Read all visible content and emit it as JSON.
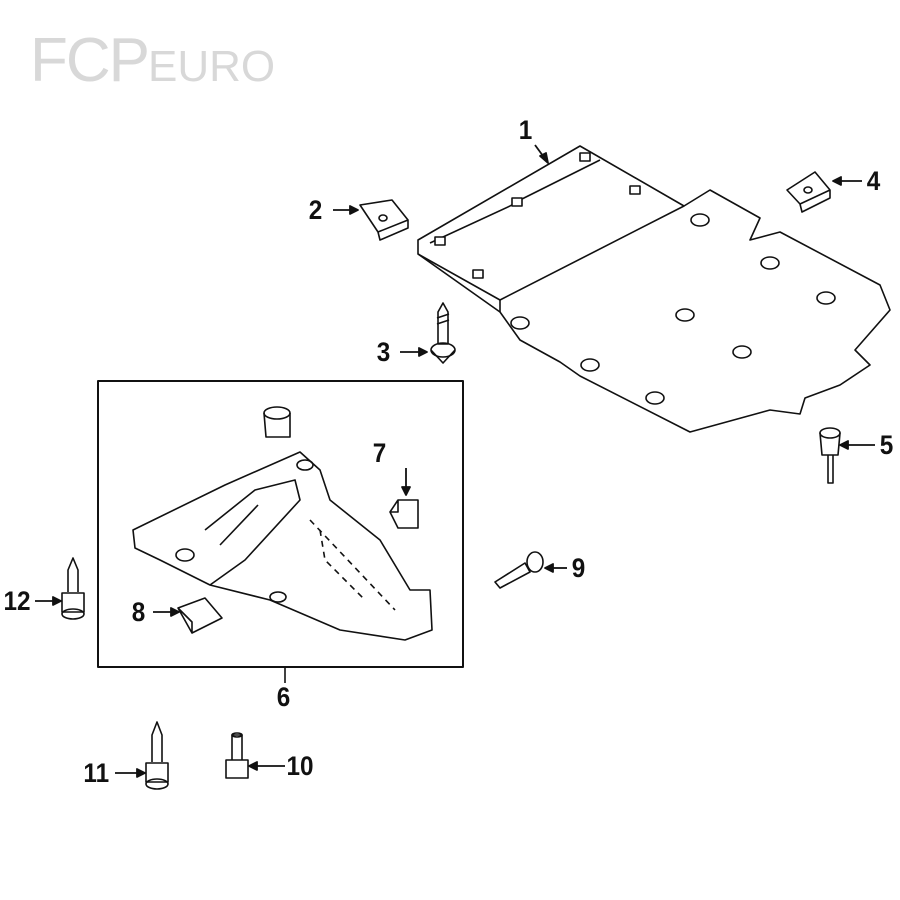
{
  "watermark": {
    "brand": "FCP",
    "suffix": "EURO"
  },
  "callouts": {
    "c1": "1",
    "c2": "2",
    "c3": "3",
    "c4": "4",
    "c5": "5",
    "c6": "6",
    "c7": "7",
    "c8": "8",
    "c9": "9",
    "c10": "10",
    "c11": "11",
    "c12": "12"
  }
}
